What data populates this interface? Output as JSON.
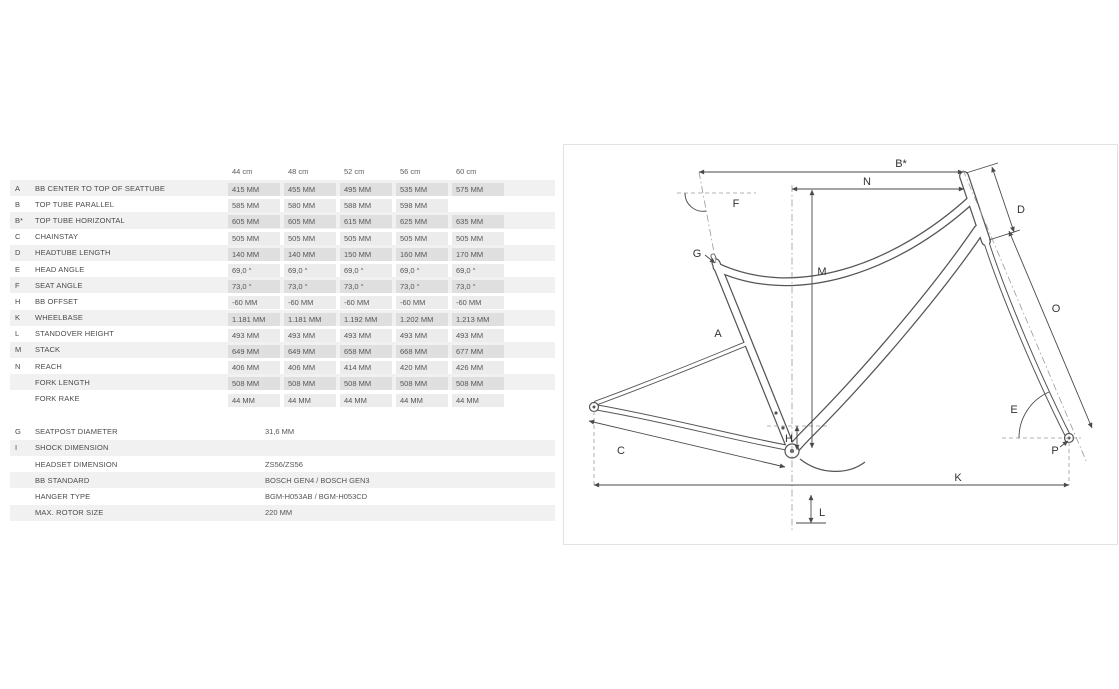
{
  "table": {
    "size_headers": [
      "44 cm",
      "48 cm",
      "52 cm",
      "56 cm",
      "60 cm"
    ],
    "geometry_rows": [
      {
        "letter": "A",
        "label": "BB CENTER TO TOP OF SEATTUBE",
        "values": [
          "415 MM",
          "455 MM",
          "495 MM",
          "535 MM",
          "575 MM"
        ]
      },
      {
        "letter": "B",
        "label": "TOP TUBE PARALLEL",
        "values": [
          "585 MM",
          "580 MM",
          "588 MM",
          "598 MM",
          ""
        ]
      },
      {
        "letter": "B*",
        "label": "TOP TUBE HORIZONTAL",
        "values": [
          "605 MM",
          "605 MM",
          "615 MM",
          "625 MM",
          "635 MM"
        ]
      },
      {
        "letter": "C",
        "label": "CHAINSTAY",
        "values": [
          "505 MM",
          "505 MM",
          "505 MM",
          "505 MM",
          "505 MM"
        ]
      },
      {
        "letter": "D",
        "label": "HEADTUBE LENGTH",
        "values": [
          "140 MM",
          "140 MM",
          "150 MM",
          "160 MM",
          "170 MM"
        ]
      },
      {
        "letter": "E",
        "label": "HEAD ANGLE",
        "values": [
          "69,0 °",
          "69,0 °",
          "69,0 °",
          "69,0 °",
          "69,0 °"
        ]
      },
      {
        "letter": "F",
        "label": "SEAT ANGLE",
        "values": [
          "73,0 °",
          "73,0 °",
          "73,0 °",
          "73,0 °",
          "73,0 °"
        ]
      },
      {
        "letter": "H",
        "label": "BB OFFSET",
        "values": [
          "-60 MM",
          "-60 MM",
          "-60 MM",
          "-60 MM",
          "-60 MM"
        ]
      },
      {
        "letter": "K",
        "label": "WHEELBASE",
        "values": [
          "1.181 MM",
          "1.181 MM",
          "1.192 MM",
          "1.202 MM",
          "1.213 MM"
        ]
      },
      {
        "letter": "L",
        "label": "STANDOVER HEIGHT",
        "values": [
          "493 MM",
          "493 MM",
          "493 MM",
          "493 MM",
          "493 MM"
        ]
      },
      {
        "letter": "M",
        "label": "STACK",
        "values": [
          "649 MM",
          "649 MM",
          "658 MM",
          "668 MM",
          "677 MM"
        ]
      },
      {
        "letter": "N",
        "label": "REACH",
        "values": [
          "406 MM",
          "406 MM",
          "414 MM",
          "420 MM",
          "426 MM"
        ]
      },
      {
        "letter": "",
        "label": "FORK LENGTH",
        "values": [
          "508 MM",
          "508 MM",
          "508 MM",
          "508 MM",
          "508 MM"
        ]
      },
      {
        "letter": "",
        "label": "FORK RAKE",
        "values": [
          "44 MM",
          "44 MM",
          "44 MM",
          "44 MM",
          "44 MM"
        ]
      }
    ],
    "spec_rows": [
      {
        "letter": "G",
        "label": "SEATPOST DIAMETER",
        "value": "31,6 MM"
      },
      {
        "letter": "I",
        "label": "SHOCK DIMENSION",
        "value": ""
      },
      {
        "letter": "",
        "label": "HEADSET DIMENSION",
        "value": "ZS56/ZS56"
      },
      {
        "letter": "",
        "label": "BB STANDARD",
        "value": "BOSCH GEN4 / BOSCH GEN3"
      },
      {
        "letter": "",
        "label": "HANGER TYPE",
        "value": "BGM-H053AB / BGM-H053CD"
      },
      {
        "letter": "",
        "label": "MAX. ROTOR SIZE",
        "value": "220 MM"
      }
    ]
  },
  "diagram": {
    "labels": {
      "a": "A",
      "b_star": "B*",
      "c": "C",
      "d": "D",
      "e": "E",
      "f": "F",
      "g": "G",
      "h": "H",
      "k": "K",
      "l": "L",
      "m": "M",
      "n": "N",
      "o": "O",
      "p": "P"
    }
  },
  "colors": {
    "stripe": "#f1f1f1",
    "line": "#555555",
    "text": "#4b4b4b"
  }
}
